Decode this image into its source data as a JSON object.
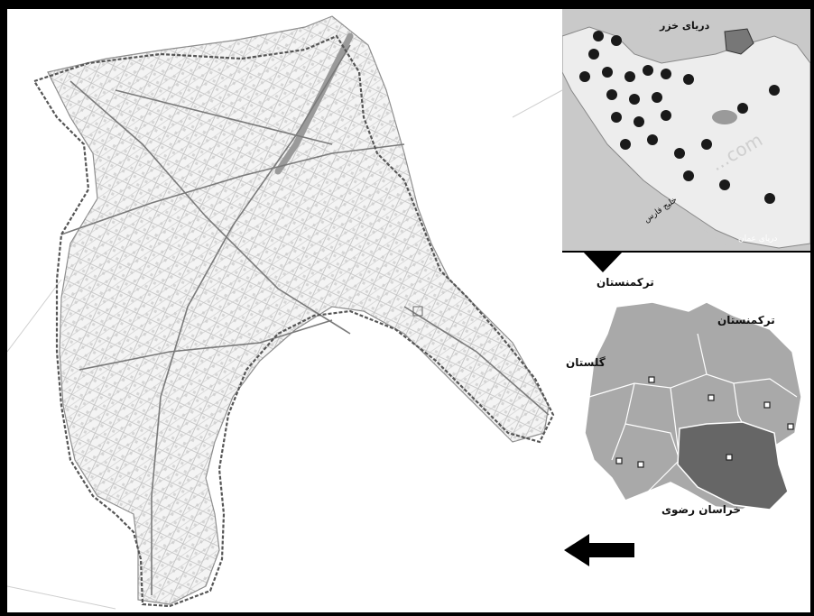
{
  "figure": {
    "panels": [
      "city-map",
      "iran-map",
      "province-map"
    ]
  },
  "iran_map": {
    "sea_labels": {
      "caspian": "دریای خزر",
      "persian_gulf": "خلیج فارس",
      "oman_sea": "دریای عمان"
    },
    "highlight_color": "#777777",
    "province_marker_color": "#1a1a1a",
    "watermark": "...com"
  },
  "province_map": {
    "neighbor_labels": {
      "turkmenistan_top": "ترکمنستان",
      "turkmenistan_mid": "ترکمنستان",
      "golestan": "گلستان",
      "khorasan_razavi": "خراسان رضوی"
    },
    "highlight_color": "#666666",
    "base_color": "#a9a9a9"
  },
  "arrows": {
    "down_arrow": "arrow-down-icon",
    "left_arrow": "arrow-left-icon"
  }
}
